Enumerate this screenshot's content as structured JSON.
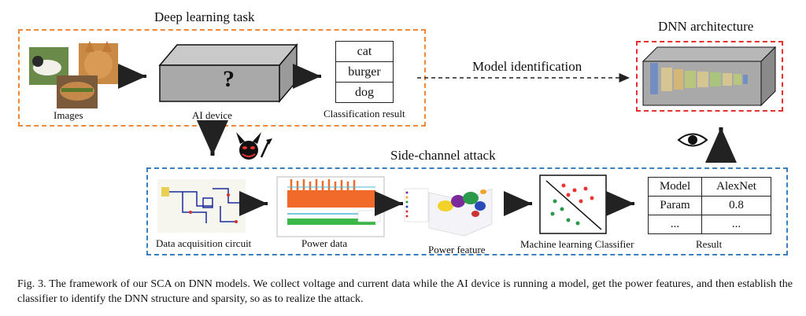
{
  "deep_learning_task": {
    "title": "Deep learning task",
    "images_label": "Images",
    "device_symbol": "?",
    "device_label": "AI device",
    "classification_label": "Classification result",
    "classes": [
      "cat",
      "burger",
      "dog"
    ]
  },
  "model_identification": "Model identification",
  "dnn_architecture": {
    "title": "DNN architecture"
  },
  "side_channel": {
    "title": "Side-channel attack",
    "stages": [
      "Data acquisition circuit",
      "Power data",
      "Power feature",
      "Machine learning Classifier",
      "Result"
    ],
    "result_table": {
      "rows": [
        [
          "Model",
          "AlexNet"
        ],
        [
          "Param",
          "0.8"
        ],
        [
          "...",
          "..."
        ]
      ]
    }
  },
  "caption": "Fig. 3.  The framework of our SCA on DNN models. We collect voltage and current data while the AI device is running a model, get the power features, and then establish the classifier to identify the DNN structure and sparsity, so as to realize the attack.",
  "colors": {
    "task_border": "#f0883a",
    "arch_border": "#e53030",
    "attack_border": "#3a7fc0",
    "power_orange": "#f26a2a",
    "power_green": "#3cb84a"
  }
}
